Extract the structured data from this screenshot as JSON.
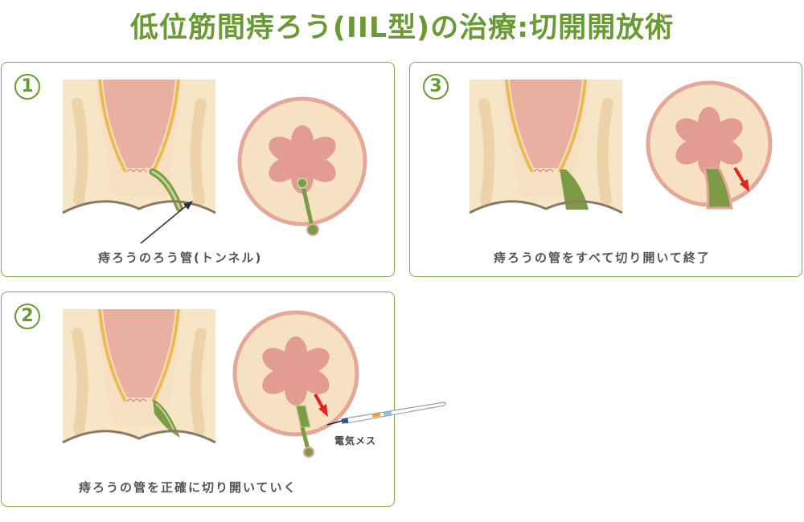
{
  "title": "低位筋間痔ろう(IIL型)の治療:切開開放術",
  "panels": [
    {
      "number": "1",
      "caption": "痔ろうのろう管(トンネル)"
    },
    {
      "number": "3",
      "caption": "痔ろうの管をすべて切り開いて終了"
    },
    {
      "number": "2",
      "caption": "痔ろうの管を正確に切り開いていく",
      "tool_label": "電気メス"
    }
  ],
  "colors": {
    "accent": "#6a9a34",
    "tissue": "#f6e6c6",
    "mucosa": "#e8a498",
    "fistula": "#7b9c45",
    "arrow": "#e02424",
    "gland": "#e9bb52"
  }
}
